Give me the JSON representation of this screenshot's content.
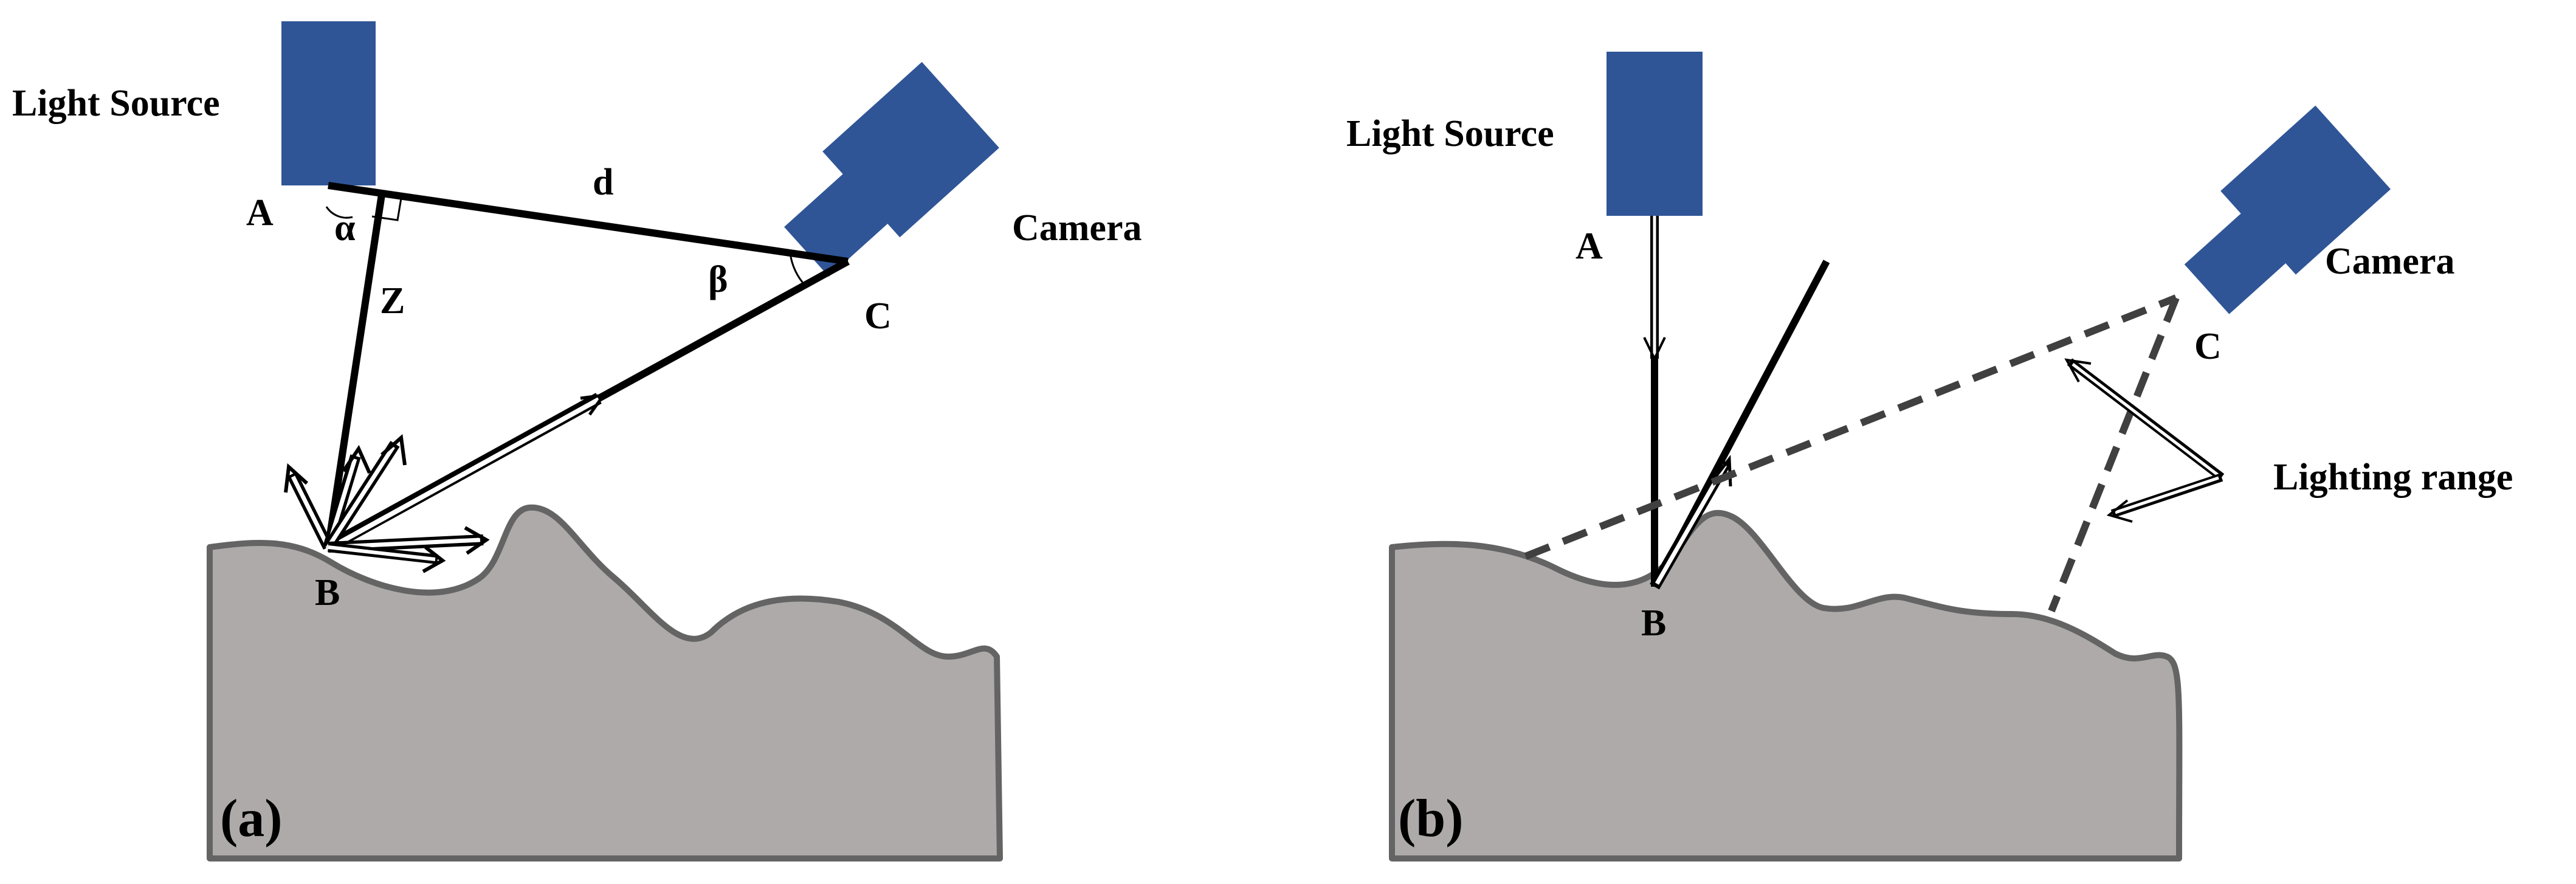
{
  "colors": {
    "device": "#2f5597",
    "surface_fill": "#aeaaaa",
    "surface_stroke": "#646464",
    "line": "#000000",
    "dashed": "#404040"
  },
  "panel_a": {
    "tag": "(a)",
    "light_source_label": "Light Source",
    "camera_label": "Camera",
    "point_a": "A",
    "point_b": "B",
    "point_c": "C",
    "distance_label": "d",
    "depth_label": "Z",
    "angle_alpha": "α",
    "angle_beta": "β"
  },
  "panel_b": {
    "tag": "(b)",
    "light_source_label": "Light Source",
    "camera_label": "Camera",
    "point_a": "A",
    "point_b": "B",
    "point_c": "C",
    "range_label": "Lighting range"
  }
}
